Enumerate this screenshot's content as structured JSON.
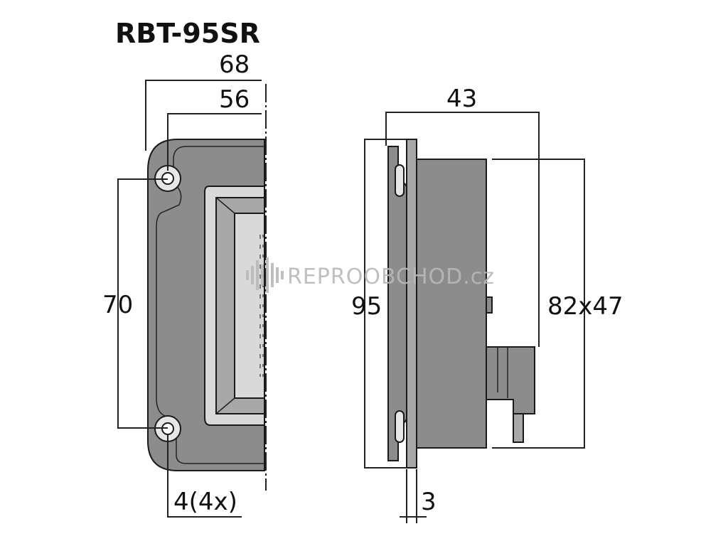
{
  "title": "RBT-95SR",
  "dimensions": {
    "overall_width": "68",
    "hole_spacing_width": "56",
    "hole_spacing_height": "70",
    "hole_size": "4(4x)",
    "depth": "43",
    "height": "95",
    "cutout": "82x47",
    "flange_thickness": "3"
  },
  "watermark": "REPROOBCHOD.cz",
  "colors": {
    "body": "#8c8c8c",
    "light": "#d9d9d9",
    "line": "#222222",
    "watermark": "#b9b9b9"
  },
  "icons": {
    "watermark_logo": "sound-wave-icon"
  }
}
